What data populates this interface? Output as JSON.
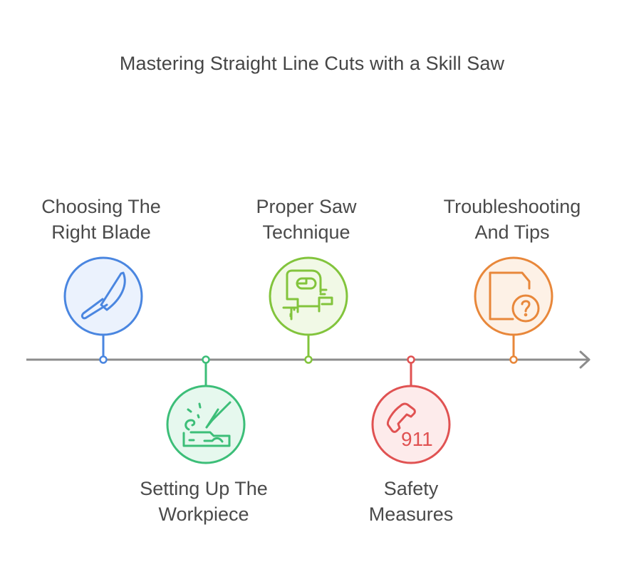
{
  "title": "Mastering Straight Line Cuts with a Skill Saw",
  "timeline": {
    "axis_color": "#8c8c8c",
    "steps": [
      {
        "line1": "Choosing The",
        "line2": "Right Blade",
        "icon": "knife-icon",
        "color": "#4a86e0",
        "fill": "#ebf2fd",
        "position": "above"
      },
      {
        "line1": "Setting Up The",
        "line2": "Workpiece",
        "icon": "workpiece-cutting-icon",
        "color": "#3cbe78",
        "fill": "#e6f8ee",
        "position": "below"
      },
      {
        "line1": "Proper Saw",
        "line2": "Technique",
        "icon": "jigsaw-icon",
        "color": "#82c43c",
        "fill": "#f1f9e6",
        "position": "above"
      },
      {
        "line1": "Safety",
        "line2": "Measures",
        "icon": "emergency-phone-911-icon",
        "color": "#e05252",
        "fill": "#fdebeb",
        "position": "below",
        "icon_text": "911"
      },
      {
        "line1": "Troubleshooting",
        "line2": "And Tips",
        "icon": "document-question-icon",
        "color": "#e8873a",
        "fill": "#fdf1e6",
        "position": "above"
      }
    ]
  }
}
